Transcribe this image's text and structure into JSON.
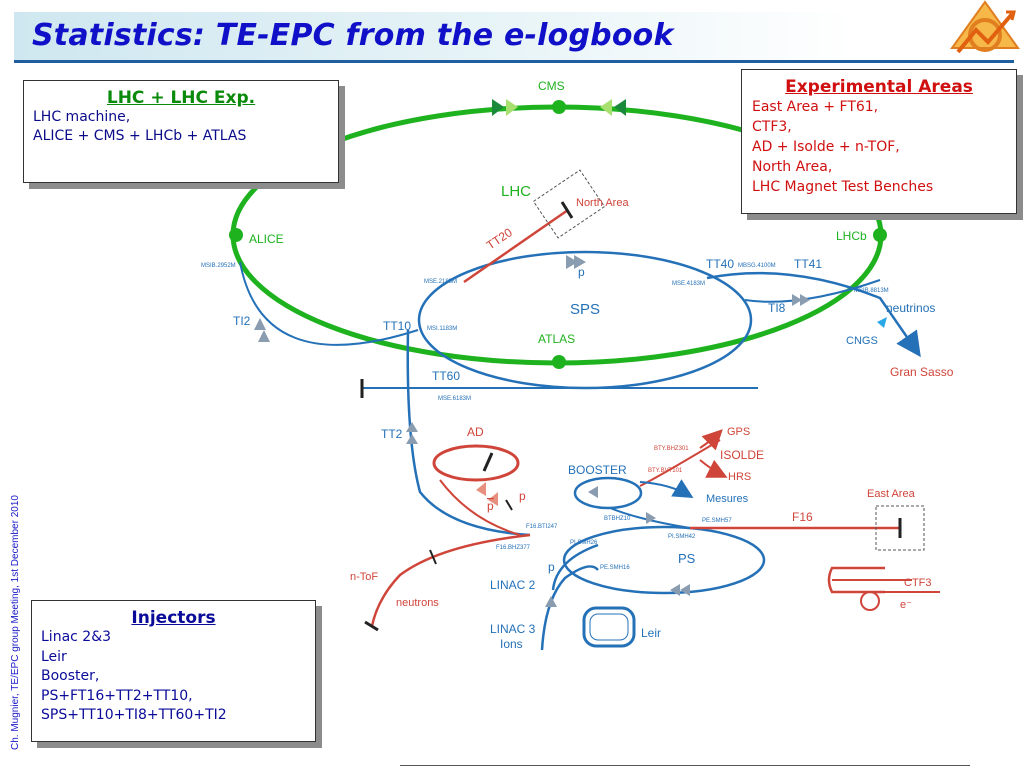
{
  "title": "Statistics: TE-EPC from the e-logbook",
  "sidebar_text": "Ch. Mugnier, TE/EPC group Meeting, 1st December 2010",
  "lhc_box": {
    "heading": "LHC + LHC Exp.",
    "lines": [
      "LHC machine,",
      "ALICE + CMS + LHCb + ATLAS"
    ]
  },
  "experimental_box": {
    "heading": "Experimental Areas",
    "lines": [
      "East Area + FT61,",
      "CTF3,",
      "AD + Isolde + n-TOF,",
      "North Area,",
      "LHC Magnet Test Benches"
    ]
  },
  "injectors_box": {
    "heading": "Injectors",
    "lines": [
      "Linac 2&3",
      "Leir",
      "Booster,",
      "PS+FT16+TT2+TT10,",
      "SPS+TT10+TI8+TT60+TI2"
    ]
  },
  "diagram_labels": {
    "cms": "CMS",
    "lhc": "LHC",
    "alice": "ALICE",
    "lhcb": "LHCb",
    "atlas": "ATLAS",
    "sps": "SPS",
    "north_area": "North Area",
    "tt20": "TT20",
    "p_sps": "p",
    "tt40": "TT40",
    "tt41": "TT41",
    "ti8": "TI8",
    "ti2": "TI2",
    "tt10": "TT10",
    "tt60": "TT60",
    "tt2": "TT2",
    "neutrinos": "neutrinos",
    "cngs": "CNGS",
    "gran_sasso": "Gran Sasso",
    "ad": "AD",
    "booster": "BOOSTER",
    "isolde": "ISOLDE",
    "gps": "GPS",
    "hrs": "HRS",
    "mesures": "Mesures",
    "east_area": "East Area",
    "f16": "F16",
    "ps": "PS",
    "p_bar": "p",
    "p_ad": "p",
    "p_linac": "p",
    "linac2": "LINAC 2",
    "linac3": "LINAC 3",
    "ions": "Ions",
    "leir": "Leir",
    "ntof": "n-ToF",
    "neutrons": "neutrons",
    "ctf3": "CTF3",
    "electron": "e⁻",
    "msib2952m": "MSIB.2952M",
    "mse2183m": "MSE.2183M",
    "mse4183m": "MSE.4183M",
    "mbsg4100m": "MBSG.4100M",
    "msib8813m": "MSIB.8813M",
    "msi1183m": "MSI.1183M",
    "mse6183m": "MSE.6183M",
    "btybhz301": "BTY.BHZ301",
    "btybvt101": "BTY.BVT101",
    "btbhz10": "BTBHZ10",
    "f16bti247": "F16.BTI247",
    "f16bhz377": "F16.BHZ377",
    "pismh26": "PI.SMH26",
    "pismh42": "PI.SMH42",
    "pesmh57": "PE.SMH57",
    "pesmh16": "PE.SMH16"
  },
  "colors": {
    "lhc_green": "#1fb21f",
    "beam_blue": "#2471b8",
    "red_line": "#d0453a",
    "title_blue": "#1010c8",
    "text_red": "#d01010",
    "text_navy": "#0b0b8a"
  }
}
